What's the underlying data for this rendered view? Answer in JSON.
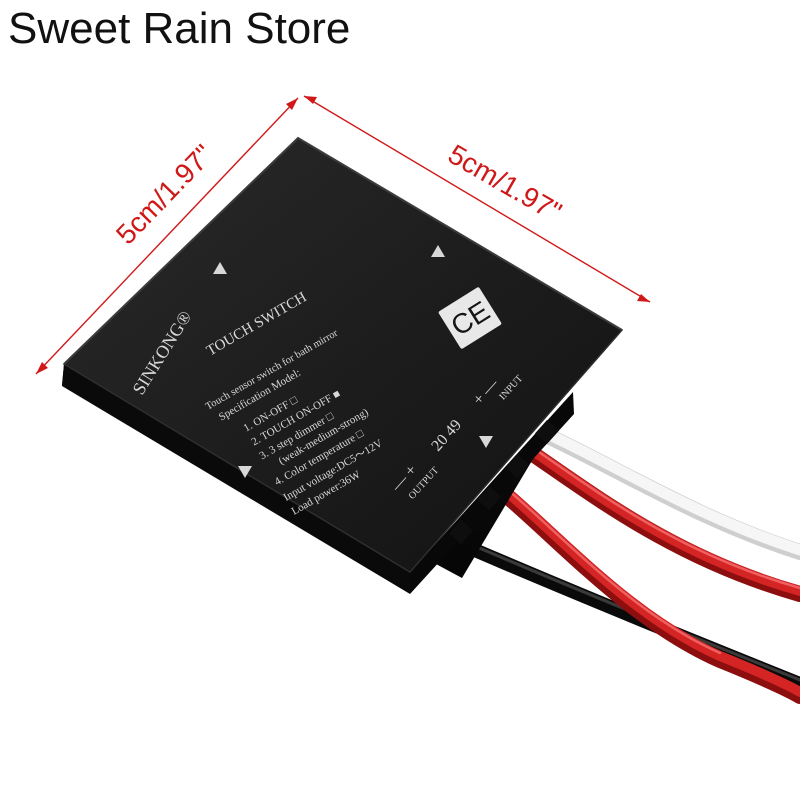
{
  "store_name": "Sweet Rain Store",
  "dimensions": {
    "left_edge": "5cm/1.97\"",
    "top_edge": "5cm/1.97\""
  },
  "device": {
    "brand": "SINKONG®",
    "model": "TOUCH SWITCH",
    "subtitle": "Touch sensor switch for bath mirror",
    "spec_heading": "Specification Model:",
    "spec_items": [
      "1. ON-OFF □",
      "2. TOUCH ON-OFF ■",
      "3. 3 step dimmer □",
      "(weak-medium-strong)",
      "4. Color temperature □"
    ],
    "input_voltage": "Input voltage:DC5～12V",
    "load_power": "Load power:36W",
    "certification": "CE",
    "batch_code": "20 49",
    "input_label": "INPUT",
    "input_polarity": "+ —",
    "output_label": "OUTPUT",
    "output_polarity": "—  +"
  },
  "colors": {
    "dimension_line": "#d01818",
    "device_body": "#1a1a1a",
    "print": "#d8d8d8",
    "wire_red": "#d42424",
    "wire_white": "#f4f4f4",
    "wire_black": "#161616"
  }
}
